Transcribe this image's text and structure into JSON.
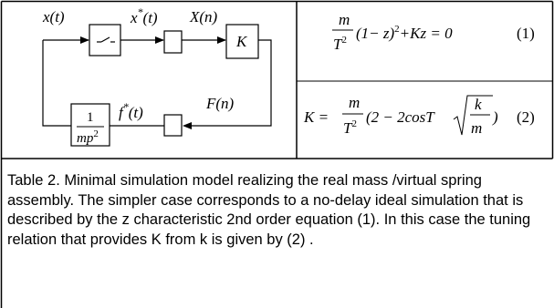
{
  "diagram": {
    "signals": {
      "x_t": "x(t)",
      "x_star_base": "x",
      "x_star_sup": "*",
      "x_star_arg": "(t)",
      "X_n": "X(n)",
      "K_block": "K",
      "F_n": "F(n)",
      "f_star_base": "f",
      "f_star_sup": "*",
      "f_star_arg": "(t)",
      "fraction_num": "1",
      "fraction_den_base": "mp",
      "fraction_den_sup": "2"
    }
  },
  "equations": {
    "eq1": {
      "m": "m",
      "T": "T",
      "T_sup": "2",
      "factor": "(1− z)",
      "factor_sup": "2",
      "rest": "+Kz = 0",
      "number": "(1)"
    },
    "eq2": {
      "lhs": "K =",
      "m": "m",
      "T": "T",
      "T_sup": "2",
      "middle": "(2 − 2cos",
      "T2": "T",
      "k": "k",
      "m2": "m",
      "close": ")",
      "number": "(2)"
    }
  },
  "caption": "Table 2. Minimal simulation model realizing the  real mass /virtual spring assembly. The simpler case corresponds to a no-delay ideal simulation that is described by the z characteristic 2nd order equation (1). In this case the tuning relation that provides K from k is given by  (2) ."
}
